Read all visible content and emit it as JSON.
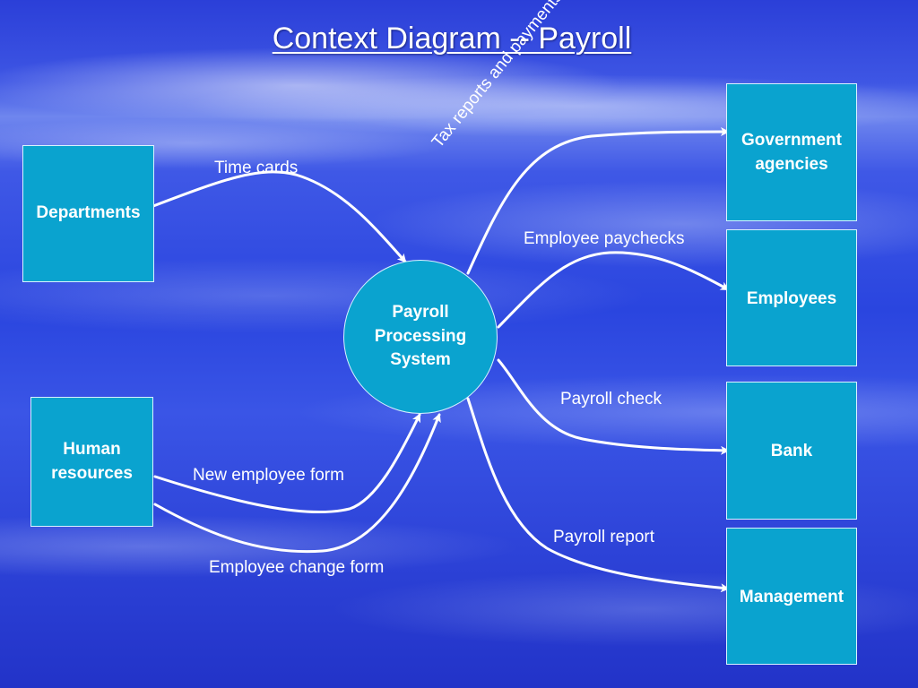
{
  "title": "Context Diagram -- Payroll",
  "process": {
    "line1": "Payroll",
    "line2": "Processing",
    "line3": "System"
  },
  "entities": {
    "departments": "Departments",
    "human_resources_line1": "Human",
    "human_resources_line2": "resources",
    "government_line1": "Government",
    "government_line2": "agencies",
    "employees": "Employees",
    "bank": "Bank",
    "management": "Management"
  },
  "flows": {
    "time_cards": "Time cards",
    "tax_reports": "Tax reports and payments",
    "employee_paychecks": "Employee paychecks",
    "payroll_check": "Payroll check",
    "new_employee_form": "New employee form",
    "employee_change_form": "Employee change form",
    "payroll_report": "Payroll report"
  }
}
